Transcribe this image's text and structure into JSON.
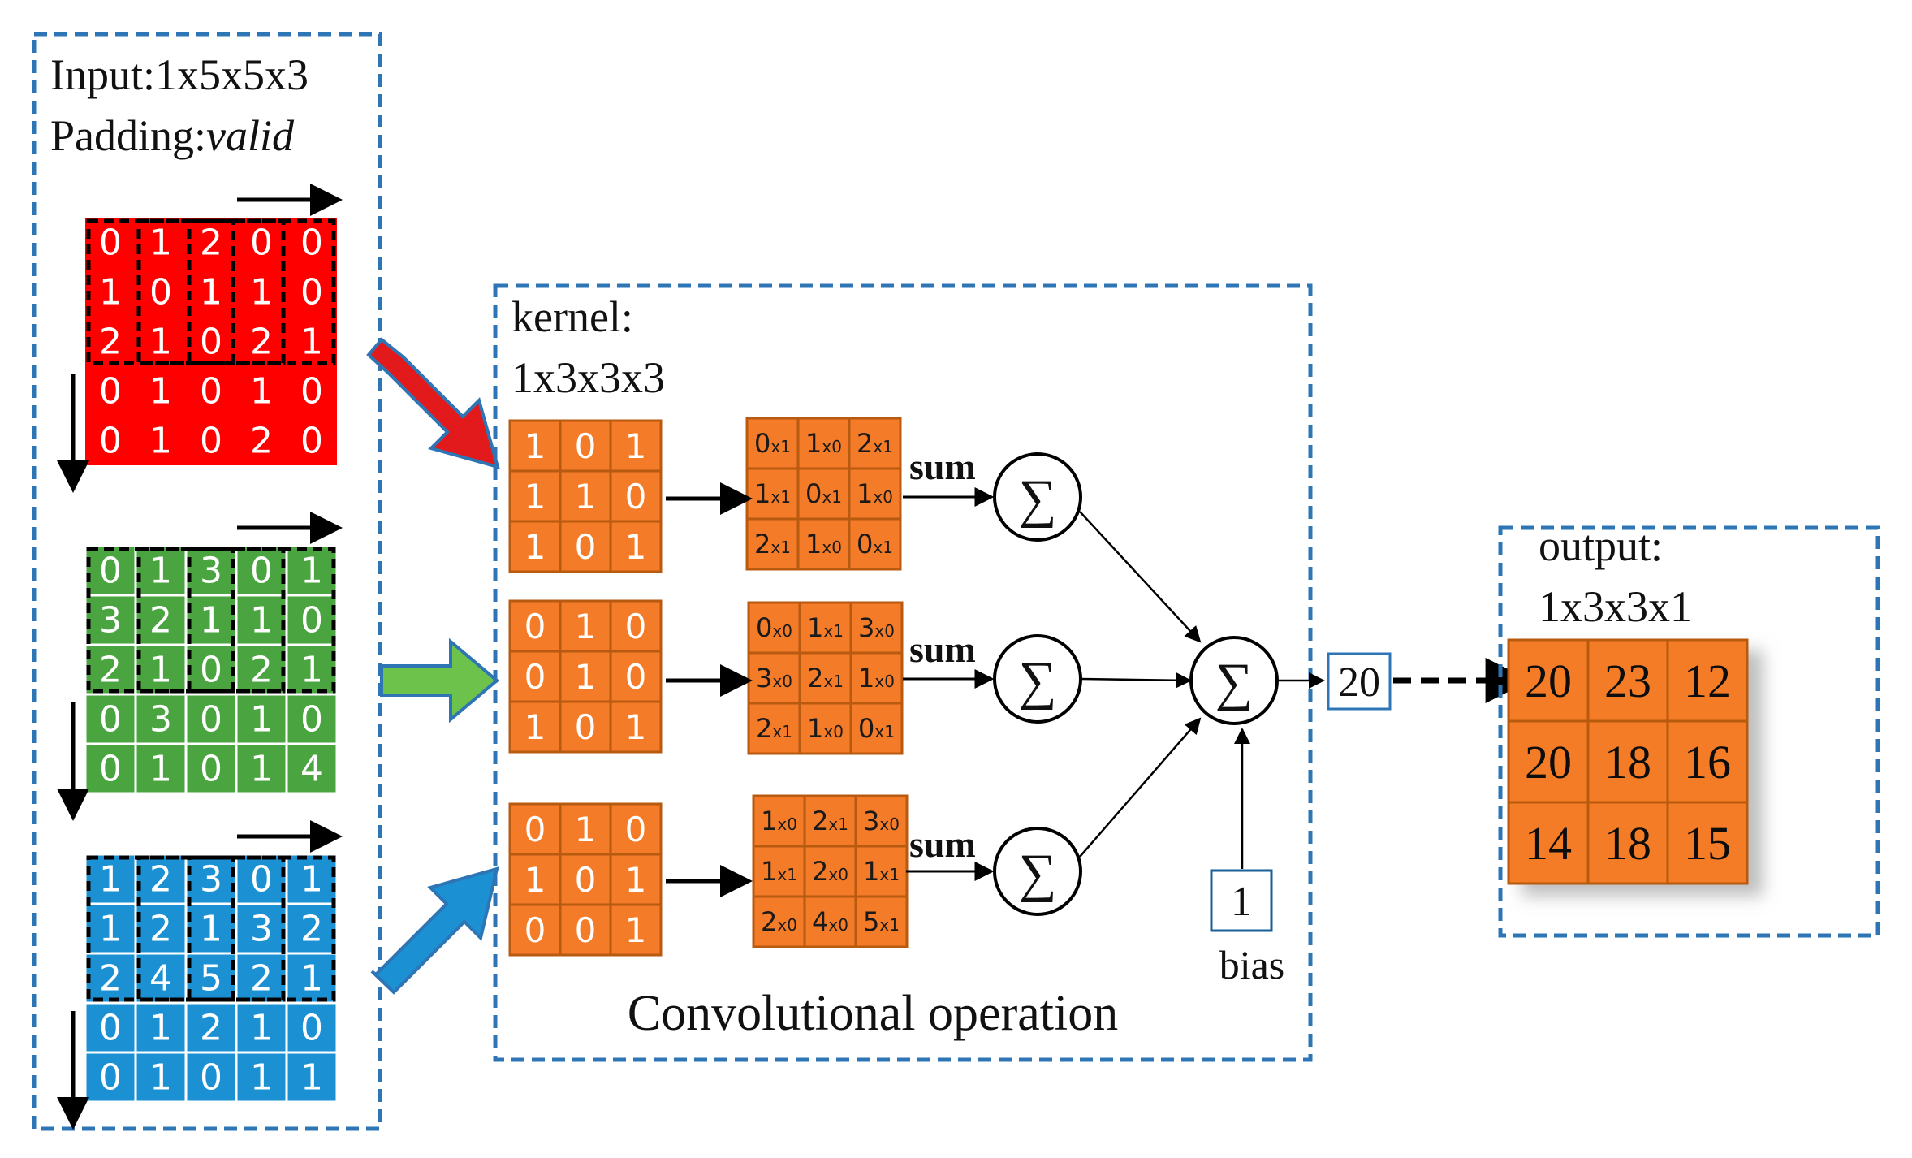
{
  "input_panel": {
    "line1": "Input:1x5x5x3",
    "line2_prefix": "Padding:",
    "line2_value": "valid"
  },
  "channels": [
    {
      "name": "red",
      "fill": "#ff0000",
      "grid": [
        [
          "0",
          "1",
          "2",
          "0",
          "0"
        ],
        [
          "1",
          "0",
          "1",
          "1",
          "0"
        ],
        [
          "2",
          "1",
          "0",
          "2",
          "1"
        ],
        [
          "0",
          "1",
          "0",
          "1",
          "0"
        ],
        [
          "0",
          "1",
          "0",
          "2",
          "0"
        ]
      ]
    },
    {
      "name": "green",
      "fill": "#4aa541",
      "grid": [
        [
          "0",
          "1",
          "3",
          "0",
          "1"
        ],
        [
          "3",
          "2",
          "1",
          "1",
          "0"
        ],
        [
          "2",
          "1",
          "0",
          "2",
          "1"
        ],
        [
          "0",
          "3",
          "0",
          "1",
          "0"
        ],
        [
          "0",
          "1",
          "0",
          "1",
          "4"
        ]
      ]
    },
    {
      "name": "blue",
      "fill": "#1b91d3",
      "grid": [
        [
          "1",
          "2",
          "3",
          "0",
          "1"
        ],
        [
          "1",
          "2",
          "1",
          "3",
          "2"
        ],
        [
          "2",
          "4",
          "5",
          "2",
          "1"
        ],
        [
          "0",
          "1",
          "2",
          "1",
          "0"
        ],
        [
          "0",
          "1",
          "0",
          "1",
          "1"
        ]
      ]
    }
  ],
  "kernel_panel": {
    "title_line1": "kernel:",
    "title_line2": "1x3x3x3",
    "caption": "Convolutional operation",
    "kernels": [
      [
        [
          "1",
          "0",
          "1"
        ],
        [
          "1",
          "1",
          "0"
        ],
        [
          "1",
          "0",
          "1"
        ]
      ],
      [
        [
          "0",
          "1",
          "0"
        ],
        [
          "0",
          "1",
          "0"
        ],
        [
          "1",
          "0",
          "1"
        ]
      ],
      [
        [
          "0",
          "1",
          "0"
        ],
        [
          "1",
          "0",
          "1"
        ],
        [
          "0",
          "0",
          "1"
        ]
      ]
    ],
    "products": [
      [
        [
          [
            "0",
            "x1"
          ],
          [
            "1",
            "x0"
          ],
          [
            "2",
            "x1"
          ]
        ],
        [
          [
            "1",
            "x1"
          ],
          [
            "0",
            "x1"
          ],
          [
            "1",
            "x0"
          ]
        ],
        [
          [
            "2",
            "x1"
          ],
          [
            "1",
            "x0"
          ],
          [
            "0",
            "x1"
          ]
        ]
      ],
      [
        [
          [
            "0",
            "x0"
          ],
          [
            "1",
            "x1"
          ],
          [
            "3",
            "x0"
          ]
        ],
        [
          [
            "3",
            "x0"
          ],
          [
            "2",
            "x1"
          ],
          [
            "1",
            "x0"
          ]
        ],
        [
          [
            "2",
            "x1"
          ],
          [
            "1",
            "x0"
          ],
          [
            "0",
            "x1"
          ]
        ]
      ],
      [
        [
          [
            "1",
            "x0"
          ],
          [
            "2",
            "x1"
          ],
          [
            "3",
            "x0"
          ]
        ],
        [
          [
            "1",
            "x1"
          ],
          [
            "2",
            "x0"
          ],
          [
            "1",
            "x1"
          ]
        ],
        [
          [
            "2",
            "x0"
          ],
          [
            "4",
            "x0"
          ],
          [
            "5",
            "x1"
          ]
        ]
      ]
    ],
    "sum_label": "sum",
    "sigma": "∑",
    "bias_value": "1",
    "bias_label": "bias",
    "result_value": "20"
  },
  "output_panel": {
    "title_line1": "output:",
    "title_line2": "1x3x3x1",
    "grid": [
      [
        "20",
        "23",
        "12"
      ],
      [
        "20",
        "18",
        "16"
      ],
      [
        "14",
        "18",
        "15"
      ]
    ]
  },
  "colors": {
    "panel_border": "#2e75b6",
    "orange_cell": "#f47b28",
    "orange_border": "#b85a10",
    "red_arrow": "#e31a1c",
    "green_arrow": "#6cc24a",
    "blue_arrow": "#1b91d3",
    "result_box_border": "#2e75b6"
  }
}
